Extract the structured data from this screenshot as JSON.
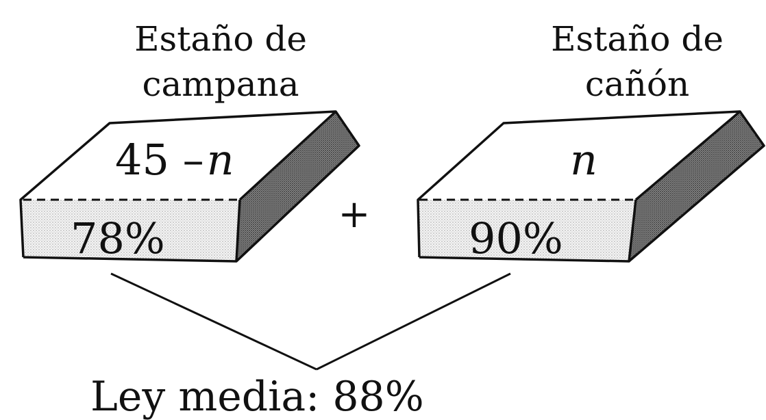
{
  "left_block": {
    "title_line1": "Estaño de",
    "title_line2": "campana",
    "top_label_main": "45 –",
    "top_label_var": "n",
    "percent": "78%"
  },
  "right_block": {
    "title_line1": "Estaño de",
    "title_line2": "cañón",
    "top_label_var": "n",
    "percent": "90%"
  },
  "operator": "+",
  "result": "Ley media: 88%",
  "colors": {
    "ink": "#111111",
    "front_face": "#ececec",
    "side_face": "#5a5a5a",
    "top_face": "#ffffff"
  }
}
